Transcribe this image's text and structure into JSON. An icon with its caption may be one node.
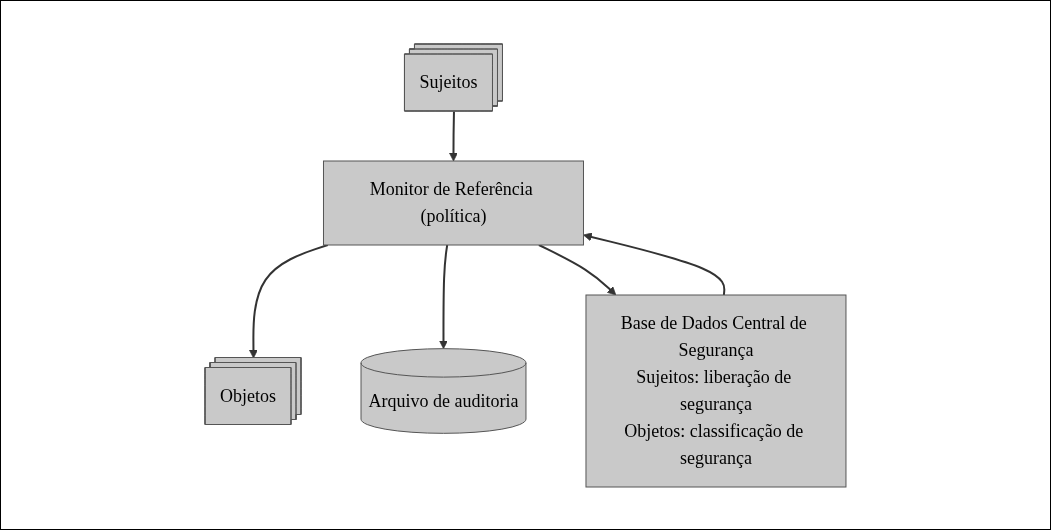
{
  "diagram": {
    "nodes": [
      {
        "text": [
          "Arquivo de auditoria"
        ]
      },
      {
        "text": [
          "Sujeitos"
        ]
      },
      {
        "text": [
          "Monitor de Referência (política)"
        ]
      },
      {
        "text": [
          "Objetos"
        ]
      },
      {
        "text": [
          "Base de Dados Central de Segurança",
          "Sujeitos: liberação de segurança",
          "Objetos: classificação de segurança"
        ]
      }
    ],
    "edges": [
      {
        "from": 1,
        "to": 2,
        "arrow": "to"
      },
      {
        "from": 2,
        "to": 3,
        "arrow": "to"
      },
      {
        "from": 2,
        "to": 0,
        "arrow": "to"
      },
      {
        "from": 2,
        "to": 4,
        "arrow": "to"
      },
      {
        "from": 4,
        "to": 2,
        "arrow": "to"
      }
    ]
  }
}
